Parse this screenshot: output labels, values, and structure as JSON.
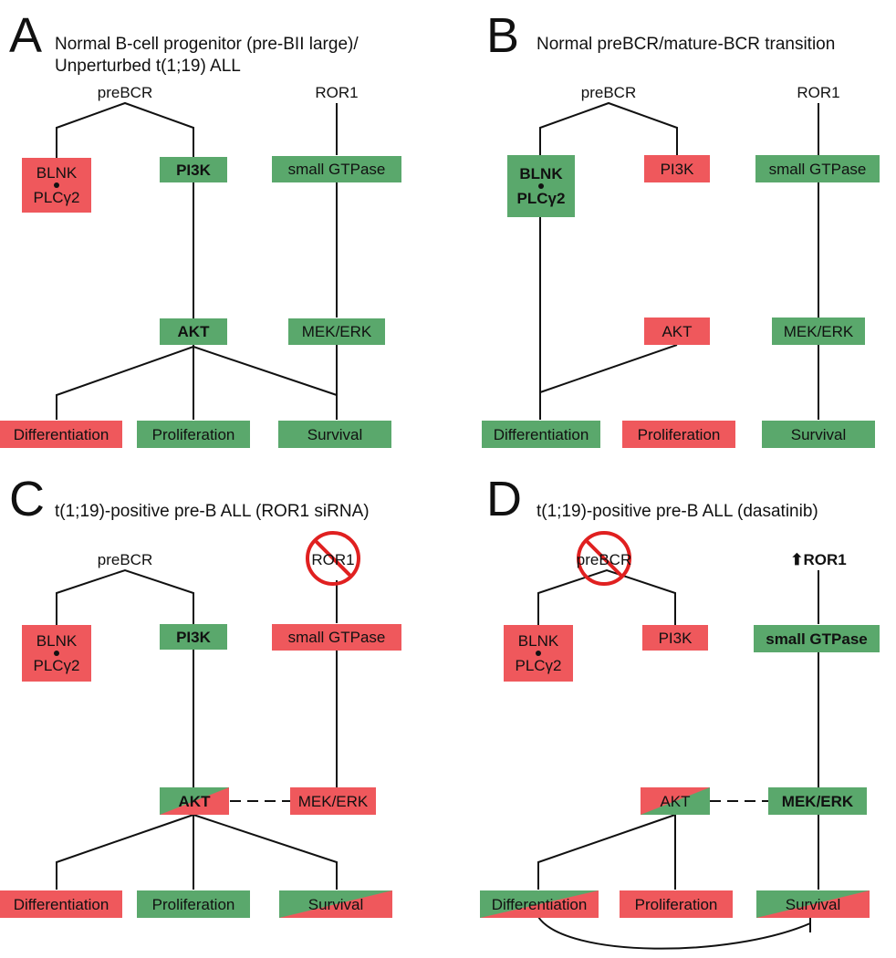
{
  "colors": {
    "inactive": "#ef585c",
    "active": "#5aa86c",
    "line": "#111111",
    "inhibit": "#e02020"
  },
  "panels": {
    "A": {
      "letter": "A",
      "title_line1": "Normal B-cell progenitor (pre-BII large)/",
      "title_line2": "Unperturbed t(1;19) ALL",
      "preBCR": "preBCR",
      "ROR1": "ROR1",
      "blnk": "BLNK",
      "plc": "PLCγ2",
      "pi3k": "PI3K",
      "gtpase": "small GTPase",
      "akt": "AKT",
      "mek": "MEK/ERK",
      "differentiation": "Differentiation",
      "proliferation": "Proliferation",
      "survival": "Survival"
    },
    "B": {
      "letter": "B",
      "title": "Normal preBCR/mature-BCR transition",
      "preBCR": "preBCR",
      "ROR1": "ROR1",
      "blnk": "BLNK",
      "plc": "PLCγ2",
      "pi3k": "PI3K",
      "gtpase": "small GTPase",
      "akt": "AKT",
      "mek": "MEK/ERK",
      "differentiation": "Differentiation",
      "proliferation": "Proliferation",
      "survival": "Survival"
    },
    "C": {
      "letter": "C",
      "title": "t(1;19)-positive pre-B ALL (ROR1 siRNA)",
      "preBCR": "preBCR",
      "ROR1": "ROR1",
      "blnk": "BLNK",
      "plc": "PLCγ2",
      "pi3k": "PI3K",
      "gtpase": "small GTPase",
      "akt": "AKT",
      "mek": "MEK/ERK",
      "differentiation": "Differentiation",
      "proliferation": "Proliferation",
      "survival": "Survival"
    },
    "D": {
      "letter": "D",
      "title": "t(1;19)-positive pre-B ALL (dasatinib)",
      "preBCR": "preBCR",
      "ROR1": "ROR1",
      "ror1_arrow": "⬆",
      "blnk": "BLNK",
      "plc": "PLCγ2",
      "pi3k": "PI3K",
      "gtpase": "small GTPase",
      "akt": "AKT",
      "mek": "MEK/ERK",
      "differentiation": "Differentiation",
      "proliferation": "Proliferation",
      "survival": "Survival"
    }
  }
}
